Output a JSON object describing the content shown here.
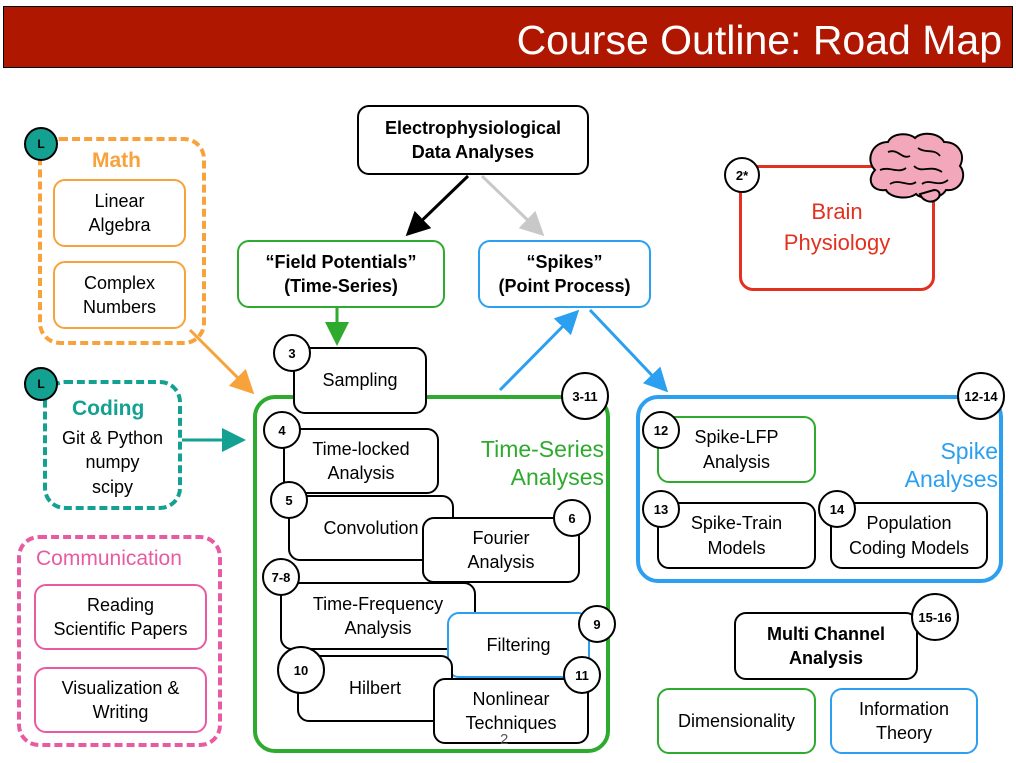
{
  "title": "Course Outline: Road Map",
  "top": {
    "text": "Electrophysiological\nData Analyses"
  },
  "field": {
    "text": "“Field Potentials”\n(Time-Series)"
  },
  "spikes": {
    "text": "“Spikes”\n(Point Process)"
  },
  "math": {
    "label": "Math",
    "badge": "L",
    "items": [
      "Linear\nAlgebra",
      "Complex\nNumbers"
    ]
  },
  "coding": {
    "label": "Coding",
    "badge": "L",
    "items": "Git & Python\nnumpy\nscipy"
  },
  "communication": {
    "label": "Communication",
    "items": [
      "Reading\nScientific Papers",
      "Visualization &\nWriting"
    ]
  },
  "brain": {
    "text": "Brain\nPhysiology",
    "badge": "2*"
  },
  "timeseries": {
    "label": "Time-Series\nAnalyses",
    "badge": "3-11",
    "items": [
      {
        "num": "3",
        "text": "Sampling"
      },
      {
        "num": "4",
        "text": "Time-locked\nAnalysis"
      },
      {
        "num": "5",
        "text": "Convolution"
      },
      {
        "num": "6",
        "text": "Fourier\nAnalysis"
      },
      {
        "num": "7-8",
        "text": "Time-Frequency\nAnalysis"
      },
      {
        "num": "9",
        "text": "Filtering"
      },
      {
        "num": "10",
        "text": "Hilbert"
      },
      {
        "num": "11",
        "text": "Nonlinear\nTechniques"
      }
    ]
  },
  "spikeAnalyses": {
    "label": "Spike\nAnalyses",
    "badge": "12-14",
    "items": [
      {
        "num": "12",
        "text": "Spike-LFP\nAnalysis"
      },
      {
        "num": "13",
        "text": "Spike-Train\nModels"
      },
      {
        "num": "14",
        "text": "Population\nCoding Models"
      }
    ]
  },
  "multichannel": {
    "badge": "15-16",
    "text": "Multi Channel\nAnalysis",
    "items": [
      "Dimensionality",
      "Information\nTheory"
    ]
  },
  "page_number": "2",
  "colors": {
    "banner": "#b01700",
    "green": "#2eaa2e",
    "blue": "#2b9ff0",
    "orange": "#f7a23a",
    "teal": "#15a191",
    "pink": "#e85ba3",
    "red": "#e3311f"
  }
}
